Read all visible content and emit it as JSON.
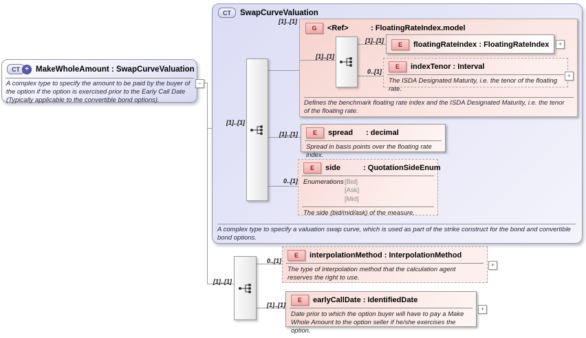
{
  "make_whole": {
    "icon": "CT",
    "icon_plus": "+",
    "name": "MakeWholeAmount",
    "type": "SwapCurveValuation",
    "description": "A complex type to specify the amount to be paid by the buyer of the option if the option is exercised prior to the Early Call Date (Typically applicable to the convertible bond options).",
    "collapse_glyph": "−"
  },
  "ct": {
    "icon": "CT",
    "title": "SwapCurveValuation",
    "cardinality": "[1]..[1]",
    "footer": "A complex type to specify a valuation swap curve, which is used as part of the strike construct for the bond and convertible bond options."
  },
  "ref_group": {
    "icon": "G",
    "cardinality": "[1]..[1]",
    "name": "<Ref>",
    "type": "FloatingRateIndex.model",
    "seq_cardinality": "[1]..[1]",
    "footer": "Defines the benchmark floating rate index and the ISDA Designated Maturity, i.e. the tenor of the floating rate."
  },
  "floating_rate_index": {
    "icon": "E",
    "cardinality": "[1]..[1]",
    "name": "floatingRateIndex",
    "type": "FloatingRateIndex",
    "expand_glyph": "+"
  },
  "index_tenor": {
    "icon": "E",
    "cardinality": "0..[1]",
    "name": "indexTenor",
    "type": "Interval",
    "description": "The ISDA Designated Maturity, i.e. the tenor of the floating rate.",
    "expand_glyph": "+"
  },
  "spread": {
    "icon": "E",
    "cardinality": "[1]..[1]",
    "name": "spread",
    "type": "decimal",
    "description": "Spread in basis points over the floating rate index."
  },
  "side": {
    "icon": "E",
    "cardinality": "0..[1]",
    "name": "side",
    "type": "QuotationSideEnum",
    "enum_label": "Enumerations",
    "enum_values": [
      "[Bid]",
      "[Ask]",
      "[Mid]"
    ],
    "description": "The side (bid/mid/ask) of the measure."
  },
  "extension_seq": {
    "cardinality": "[1]..[1]"
  },
  "interpolation_method": {
    "icon": "E",
    "cardinality": "0..[1]",
    "name": "interpolationMethod",
    "type": "InterpolationMethod",
    "description": "The type of interpolation method that the calculation agent reserves the right to use.",
    "expand_glyph": "+"
  },
  "early_call_date": {
    "icon": "E",
    "cardinality": "[1]..[1]",
    "name": "earlyCallDate",
    "type": "IdentifiedDate",
    "description": "Date prior to which the option buyer will have to pay a Make Whole Amount to the option seller if he/she exercises the option.",
    "expand_glyph": "+"
  }
}
